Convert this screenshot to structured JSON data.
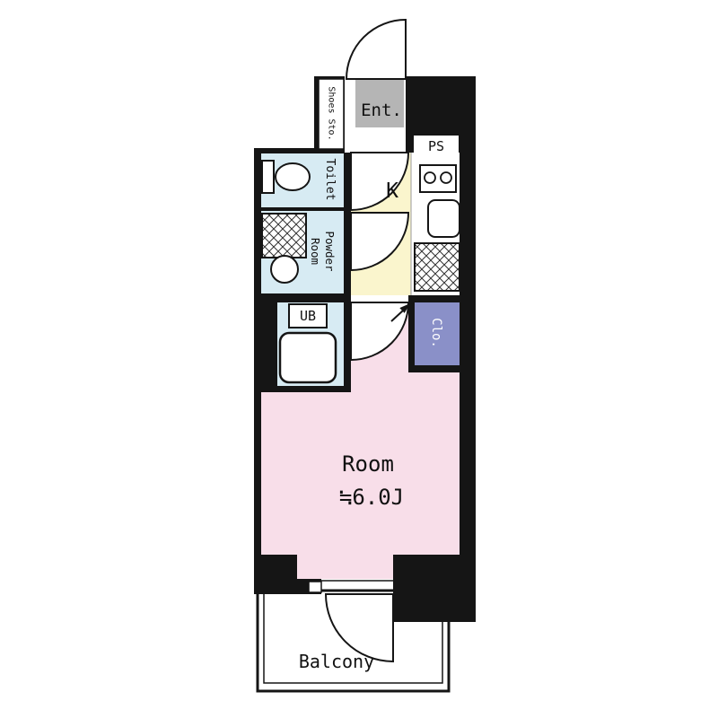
{
  "floorplan": {
    "type": "apartment-floor-plan",
    "rooms": {
      "shoes_storage": "Shoes Sto.",
      "entrance": "Ent.",
      "pipe_space": "PS",
      "toilet": "Toilet",
      "kitchen": "K",
      "powder_room": "Powder Room",
      "unit_bath": "UB",
      "closet": "Clo.",
      "main_room_name": "Room",
      "main_room_size": "≒6.0J",
      "balcony": "Balcony"
    },
    "colors": {
      "wall": "#151515",
      "main_room": "#f8dee9",
      "kitchen": "#faf5cd",
      "wet_rooms": "#d7ebf3",
      "closet": "#8a90c8",
      "entrance_floor": "#b5b5b5"
    }
  }
}
